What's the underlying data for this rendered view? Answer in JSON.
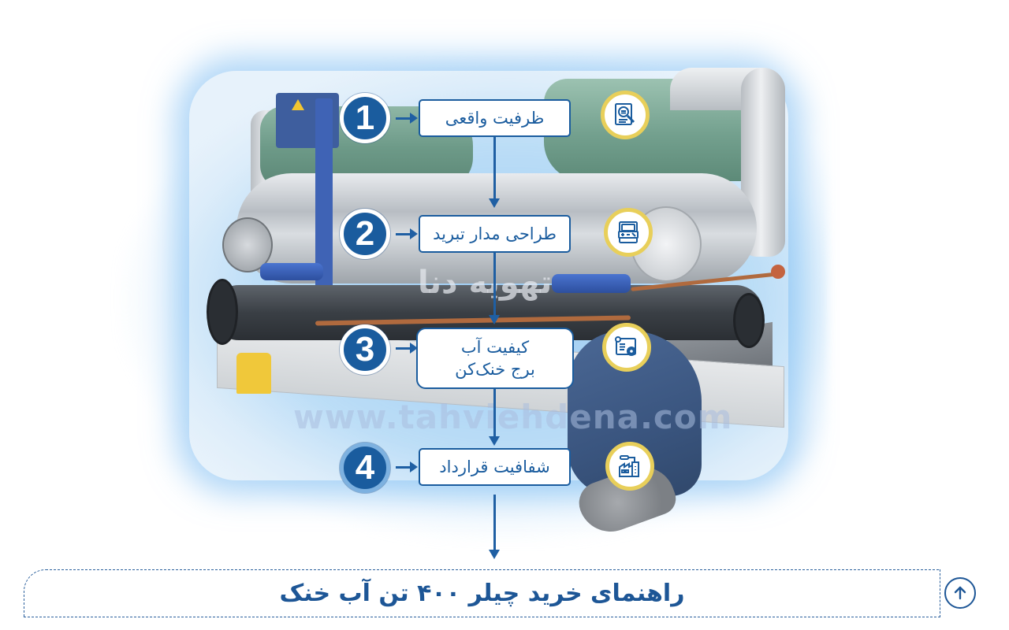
{
  "infographic": {
    "title": "راهنمای خرید چیلر ۴۰۰ تن آب خنک",
    "watermark_brand": "تهویه دنا",
    "watermark_url": "www.tahviehdena.com",
    "accent_color": "#1a5c9e",
    "badge_ring_color": "#e8cf5a",
    "steps": [
      {
        "number": "1",
        "label": "ظرفیت واقعی",
        "icon": "document-search-icon"
      },
      {
        "number": "2",
        "label": "طراحی مدار تبرید",
        "icon": "calculator-display-icon"
      },
      {
        "number": "3",
        "label_line1": "کیفیت آب",
        "label_line2": "برج خنک‌کن",
        "icon": "settings-document-icon"
      },
      {
        "number": "4",
        "label": "شفافیت قرارداد",
        "icon": "factory-icon"
      }
    ],
    "scroll_top": {
      "icon": "arrow-up-circle-icon"
    }
  }
}
